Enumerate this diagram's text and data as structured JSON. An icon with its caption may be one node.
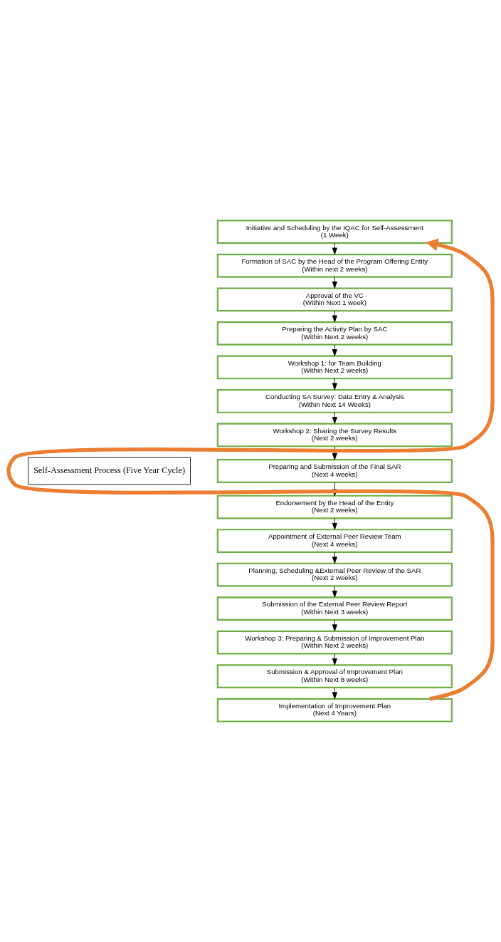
{
  "diagram": {
    "nodes": [
      {
        "text": [
          "Initiative and Scheduling by the IQAC for Self-Assessment",
          "(1 Week)"
        ]
      },
      {
        "text": [
          "Formation of SAC by the Head of the Program Offering Entity",
          "(Within next 2 weeks)"
        ]
      },
      {
        "text": [
          "Approval of the VC",
          "(Within Next 1 week)"
        ]
      },
      {
        "text": [
          "Preparing the Activity Plan by SAC",
          "(Within Next 2 weeks)"
        ]
      },
      {
        "text": [
          "Workshop 1: for Team Building",
          "(Within Next 2 weeks)"
        ]
      },
      {
        "text": [
          "Conducting SA Survey: Data Entry & Analysis",
          "(Within Next 14 Weeks)"
        ]
      },
      {
        "text": [
          "Workshop 2: Sharing the Survey Results",
          "(Next 2 weeks)"
        ]
      },
      {
        "text": [
          "Preparing and Submission of the Final SAR",
          "(Next 4 weeks)"
        ]
      },
      {
        "text": [
          "Endorsement by the Head of the Entity",
          "(Next 2 weeks)"
        ]
      },
      {
        "text": [
          "Appointment of External Peer Review Team",
          "(Next 4 weeks)"
        ]
      },
      {
        "text": [
          "Planning, Scheduling &External Peer Review of the SAR",
          "(Next 2 weeks)"
        ]
      },
      {
        "text": [
          "Submission of the External Peer Review Report",
          "(Within Next 3 weeks)"
        ]
      },
      {
        "text": [
          "Workshop 3: Preparing & Submission of Improvement Plan",
          "(Within Next 2 weeks)"
        ]
      },
      {
        "text": [
          "Submission & Approval of Improvement Plan",
          "(Within Next 8 weeks)"
        ]
      },
      {
        "text": [
          "Implementation of Improvement Plan",
          "(Next 4 Years)"
        ]
      },
      {
        "text": [
          "Self-Assessment Process (Five Year Cycle)"
        ]
      }
    ],
    "edges": [
      {
        "from": 0,
        "to": 1,
        "arrow": "to"
      },
      {
        "from": 1,
        "to": 2,
        "arrow": "to"
      },
      {
        "from": 2,
        "to": 3,
        "arrow": "to"
      },
      {
        "from": 3,
        "to": 4,
        "arrow": "to"
      },
      {
        "from": 4,
        "to": 5,
        "arrow": "to"
      },
      {
        "from": 5,
        "to": 6,
        "arrow": "to"
      },
      {
        "from": 6,
        "to": 7,
        "arrow": "to"
      },
      {
        "from": 7,
        "to": 8,
        "arrow": "to"
      },
      {
        "from": 8,
        "to": 9,
        "arrow": "to"
      },
      {
        "from": 9,
        "to": 10,
        "arrow": "to"
      },
      {
        "from": 10,
        "to": 11,
        "arrow": "to"
      },
      {
        "from": 11,
        "to": 12,
        "arrow": "to"
      },
      {
        "from": 12,
        "to": 13,
        "arrow": "to"
      },
      {
        "from": 13,
        "to": 14,
        "arrow": "to"
      },
      {
        "from": 14,
        "to": 0,
        "arrow": "to",
        "style": "thick",
        "color": "#ed7d31"
      }
    ]
  }
}
